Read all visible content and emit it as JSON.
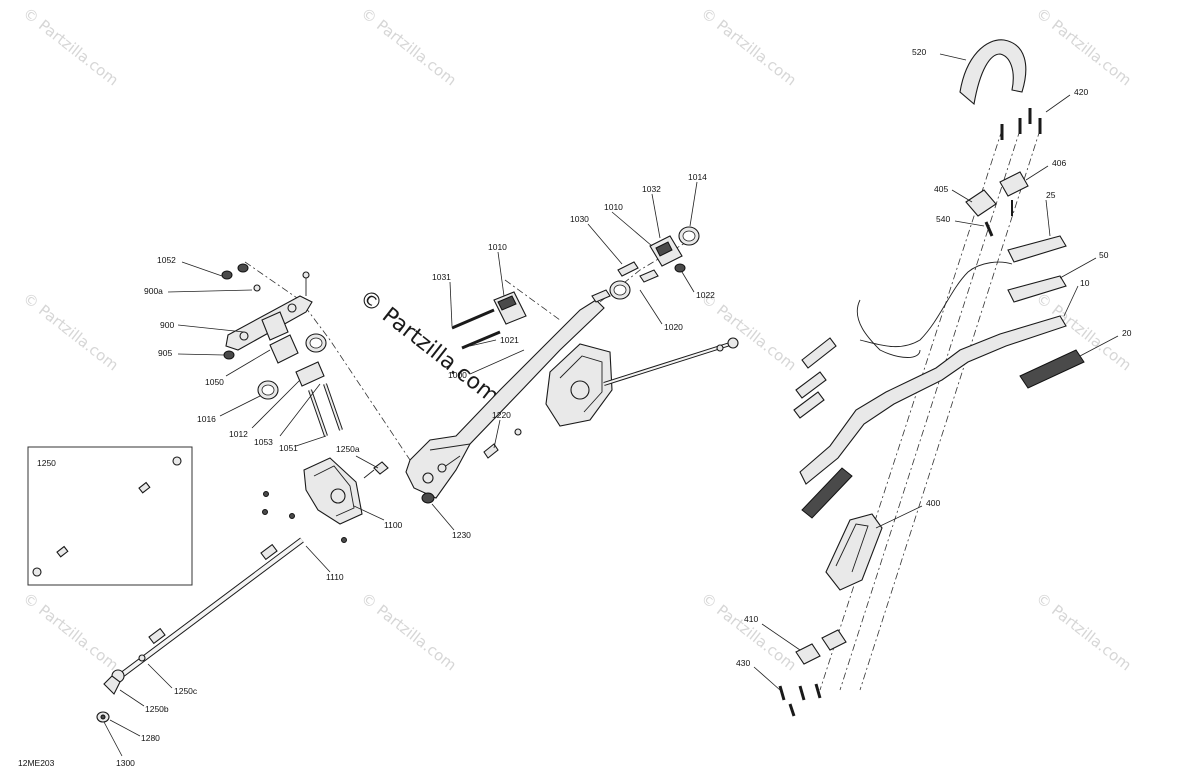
{
  "watermark": {
    "text": "© Partzilla.com"
  },
  "brand_watermark": {
    "text": "© Partzilla.com"
  },
  "diagram_code": "12ME203",
  "inset_label": "1250",
  "labels": {
    "520": "520",
    "420": "420",
    "406": "406",
    "405": "405",
    "540": "540",
    "25": "25",
    "50": "50",
    "10": "10",
    "20": "20",
    "400": "400",
    "410": "410",
    "430": "430",
    "1014": "1014",
    "1032": "1032",
    "1010a": "1010",
    "1010b": "1010",
    "1030": "1030",
    "1031": "1031",
    "1021": "1021",
    "1022": "1022",
    "1020": "1020",
    "1000": "1000",
    "1220": "1220",
    "1230": "1230",
    "1052": "1052",
    "900a": "900a",
    "900": "900",
    "905": "905",
    "1050": "1050",
    "1016": "1016",
    "1012": "1012",
    "1053": "1053",
    "1051": "1051",
    "1250a": "1250a",
    "1100": "1100",
    "1110": "1110",
    "1250c": "1250c",
    "1250b": "1250b",
    "1280": "1280",
    "1300": "1300"
  }
}
